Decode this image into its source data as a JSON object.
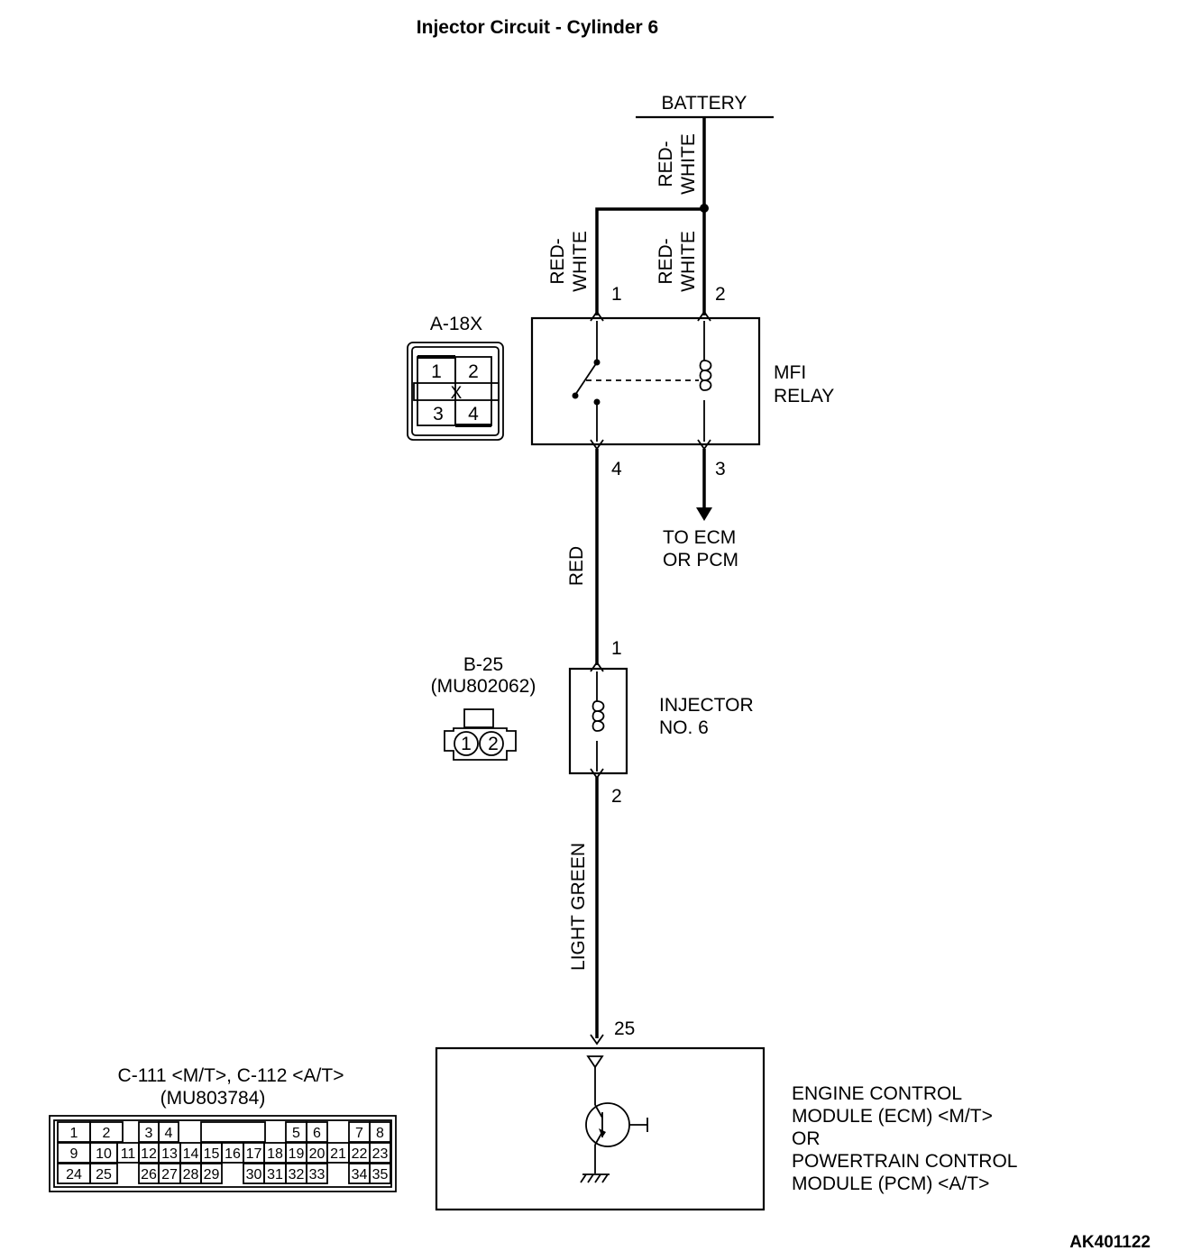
{
  "title": "Injector Circuit - Cylinder 6",
  "figure_code": "AK401122",
  "battery": {
    "label": "BATTERY"
  },
  "wires": {
    "battery_feed": "RED-\nWHITE",
    "relay_pin1": "RED-\nWHITE",
    "relay_pin2": "RED-\nWHITE",
    "relay_to_injector": "RED",
    "injector_to_ecm": "LIGHT GREEN"
  },
  "relay": {
    "label_line1": "MFI",
    "label_line2": "RELAY",
    "connector": "A-18X",
    "pins": {
      "p1": "1",
      "p2": "2",
      "p3": "3",
      "p4": "4"
    },
    "connector_cells": [
      "1",
      "2",
      "3",
      "4"
    ],
    "connector_mark": "X"
  },
  "to_ecm": {
    "line1": "TO ECM",
    "line2": "OR PCM"
  },
  "injector": {
    "label_line1": "INJECTOR",
    "label_line2": "NO. 6",
    "connector": "B-25",
    "part_number": "(MU802062)",
    "pins": {
      "p1": "1",
      "p2": "2"
    },
    "connector_cells": [
      "1",
      "2"
    ]
  },
  "ecm": {
    "pin": "25",
    "label_lines": [
      "ENGINE CONTROL",
      "MODULE (ECM) <M/T>",
      "OR",
      "POWERTRAIN CONTROL",
      "MODULE (PCM) <A/T>"
    ],
    "connector": "C-111 <M/T>, C-112 <A/T>",
    "part_number": "(MU803784)",
    "connector_rows": [
      [
        "1",
        "2",
        "",
        "3",
        "4",
        "",
        "",
        "",
        "",
        "",
        "",
        "5",
        "6",
        "",
        "7",
        "8"
      ],
      [
        "9",
        "10",
        "11",
        "12",
        "13",
        "14",
        "15",
        "16",
        "17",
        "18",
        "19",
        "20",
        "21",
        "22",
        "23"
      ],
      [
        "24",
        "25",
        "",
        "26",
        "27",
        "28",
        "29",
        "",
        "30",
        "31",
        "32",
        "33",
        "",
        "34",
        "35"
      ]
    ]
  }
}
